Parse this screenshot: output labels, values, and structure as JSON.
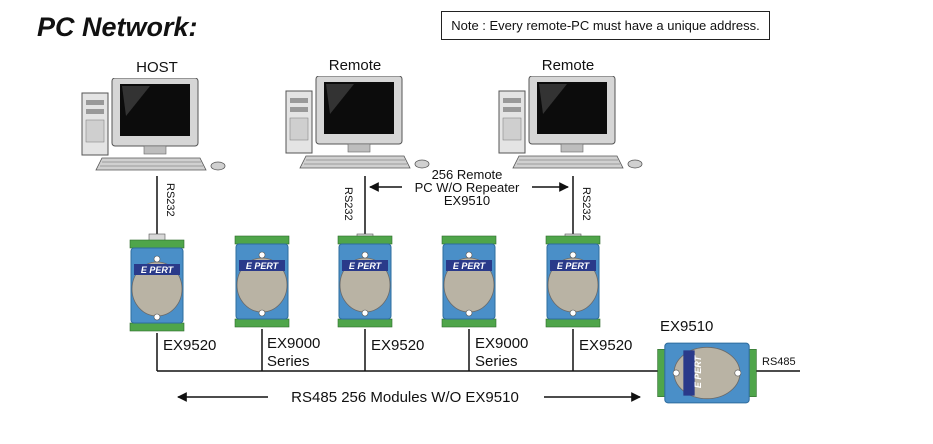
{
  "title": "PC Network:",
  "note": "Note : Every remote-PC must have a unique address.",
  "computers": [
    {
      "label": "HOST",
      "link": "RS232"
    },
    {
      "label": "Remote",
      "link": "RS232"
    },
    {
      "label": "Remote",
      "link": "RS232"
    }
  ],
  "repeater_note": {
    "line1": "256 Remote",
    "line2": "PC W/O Repeater",
    "line3": "EX9510"
  },
  "modules": [
    {
      "line1": "EX9520",
      "line2": ""
    },
    {
      "line1": "EX9000",
      "line2": "Series"
    },
    {
      "line1": "EX9520",
      "line2": ""
    },
    {
      "line1": "EX9000",
      "line2": "Series"
    },
    {
      "line1": "EX9520",
      "line2": ""
    }
  ],
  "module_brand": "E PERT",
  "repeater": {
    "label": "EX9510",
    "port": "RS485",
    "brand": "E PERT"
  },
  "bus_label": "RS485 256 Modules W/O EX9510",
  "colors": {
    "module_blue": "#4a8fc8",
    "module_dark": "#2e6c9e",
    "terminal_green": "#4fa54a",
    "face_gray": "#b9b3a4",
    "line": "#111111"
  }
}
